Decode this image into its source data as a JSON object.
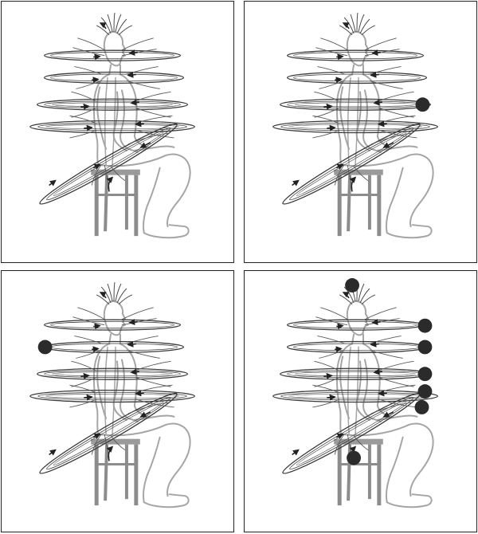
{
  "figure": {
    "panels": [
      {
        "id": "top-left",
        "markers": []
      },
      {
        "id": "top-right",
        "markers": [
          "level-3-right"
        ]
      },
      {
        "id": "bottom-left",
        "markers": [
          "level-2-left"
        ]
      },
      {
        "id": "bottom-right",
        "markers": [
          "crown",
          "level-1-right",
          "level-2-right",
          "level-3-right",
          "level-4-right",
          "level-5-right",
          "base"
        ]
      }
    ],
    "colors": {
      "body_outline": "#a5a5a5",
      "chair": "#8c8c8c",
      "rings": "#3a3a3a",
      "flow_lines": "#5a5a5a",
      "marker": "#2b2b2b",
      "border": "#222222"
    }
  }
}
